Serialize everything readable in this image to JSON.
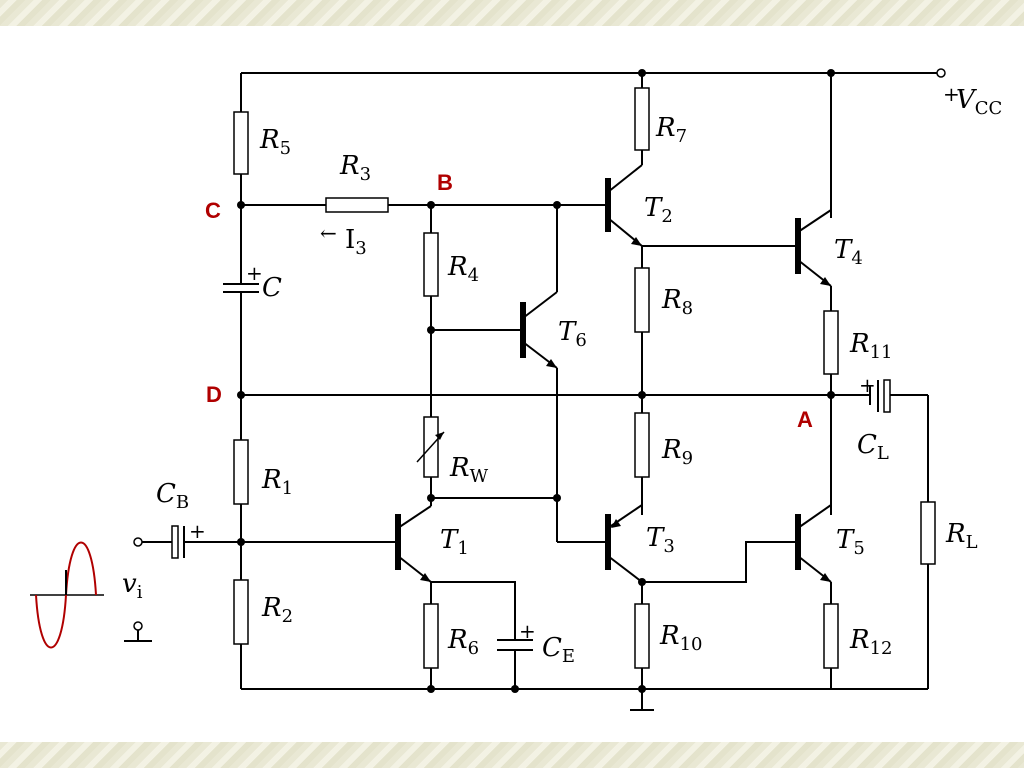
{
  "labels": {
    "vcc": {
      "sym": "V",
      "sub": "CC"
    },
    "R5": {
      "sym": "R",
      "sub": "5"
    },
    "R3": {
      "sym": "R",
      "sub": "3"
    },
    "I3": {
      "sym": "I",
      "sub": "3"
    },
    "R4": {
      "sym": "R",
      "sub": "4"
    },
    "R7": {
      "sym": "R",
      "sub": "7"
    },
    "T2": {
      "sym": "T",
      "sub": "2"
    },
    "T4": {
      "sym": "T",
      "sub": "4"
    },
    "R8": {
      "sym": "R",
      "sub": "8"
    },
    "T6": {
      "sym": "T",
      "sub": "6"
    },
    "C": {
      "sym": "C"
    },
    "R11": {
      "sym": "R",
      "sub": "11"
    },
    "CL": {
      "sym": "C",
      "sub": "L"
    },
    "R9": {
      "sym": "R",
      "sub": "9"
    },
    "RW": {
      "sym": "R",
      "sub": "W"
    },
    "R1": {
      "sym": "R",
      "sub": "1"
    },
    "CB": {
      "sym": "C",
      "sub": "B"
    },
    "T1": {
      "sym": "T",
      "sub": "1"
    },
    "T3": {
      "sym": "T",
      "sub": "3"
    },
    "T5": {
      "sym": "T",
      "sub": "5"
    },
    "RL": {
      "sym": "R",
      "sub": "L"
    },
    "vi": {
      "sym": "v",
      "sub": "i"
    },
    "R2": {
      "sym": "R",
      "sub": "2"
    },
    "R6": {
      "sym": "R",
      "sub": "6"
    },
    "CE": {
      "sym": "C",
      "sub": "E"
    },
    "R10": {
      "sym": "R",
      "sub": "10"
    },
    "R12": {
      "sym": "R",
      "sub": "12"
    }
  },
  "nodes": {
    "A": "A",
    "B": "B",
    "C": "C",
    "D": "D"
  },
  "symbols": {
    "plus": "+",
    "current_arrow": "←"
  },
  "colors": {
    "node_label": "#b00000",
    "wire": "#000000",
    "sine_wave": "#b00000"
  }
}
